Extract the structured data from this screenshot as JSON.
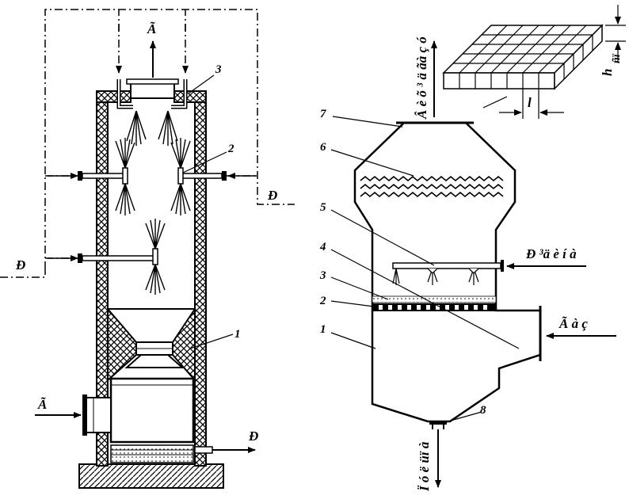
{
  "left_figure": {
    "gas_out_label": "Ã",
    "gas_in_label": "Ã",
    "liquid_feed_left_label": "Ð",
    "liquid_feed_right_label": "Ð",
    "liquid_out_label": "Ð",
    "callouts": {
      "c1": "1",
      "c2": "2",
      "c3": "3"
    }
  },
  "right_figure": {
    "gas_out_label": "Â è õ ³ ä  ãà ç ó",
    "liquid_in_label": "Ð ³ä è í à",
    "gas_in_label": "Ã à ç",
    "sludge_out_label": "Ï ó ë üï à",
    "grid_height_label": "h",
    "grid_height_sub": "ñï",
    "grid_pitch_label": "l",
    "callouts": {
      "c1": "1",
      "c2": "2",
      "c3": "3",
      "c4": "4",
      "c5": "5",
      "c6": "6",
      "c7": "7",
      "c8": "8"
    }
  }
}
